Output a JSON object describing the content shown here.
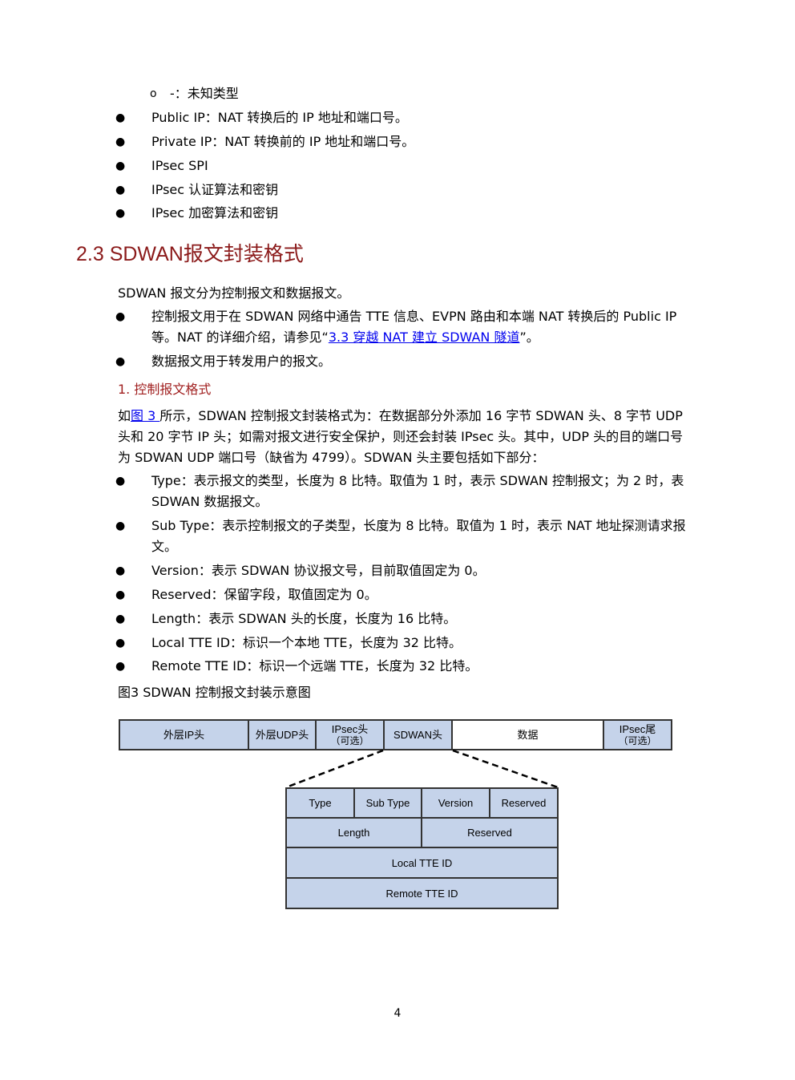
{
  "top_list": {
    "sub_item": "-：未知类型",
    "sub_marker": "o",
    "items": [
      "Public IP：NAT 转换后的 IP 地址和端口号。",
      "Private IP：NAT 转换前的 IP 地址和端口号。",
      "IPsec SPI",
      "IPsec 认证算法和密钥",
      "IPsec 加密算法和密钥"
    ]
  },
  "section": {
    "heading": "2.3  SDWAN报文封装格式",
    "intro": "SDWAN 报文分为控制报文和数据报文。",
    "item1_line1": "控制报文用于在 SDWAN 网络中通告 TTE 信息、EVPN 路由和本端 NAT 转换后的 Public IP",
    "item1_line2_pre": "等。NAT 的详细介绍，请参见“",
    "item1_link": "3.3  穿越 NAT 建立 SDWAN 隧道",
    "item1_line2_post": "”。",
    "item2": "数据报文用于转发用户的报文。"
  },
  "subsection": {
    "heading": "1. 控制报文格式",
    "para_line1_pre": "如",
    "para_link": "图 3 ",
    "para_line1_post": "所示，SDWAN 控制报文封装格式为：在数据部分外添加 16 字节 SDWAN 头、8 字节 UDP",
    "para_line2": "头和 20 字节 IP 头；如需对报文进行安全保护，则还会封装 IPsec 头。其中，UDP 头的目的端口号",
    "para_line3": "为 SDWAN UDP 端口号（缺省为 4799）。SDWAN 头主要包括如下部分：",
    "fields": [
      {
        "line1": "Type：表示报文的类型，长度为 8 比特。取值为 1 时，表示 SDWAN 控制报文；为 2 时，表",
        "line2": "SDWAN 数据报文。"
      },
      {
        "line1": "Sub Type：表示控制报文的子类型，长度为 8 比特。取值为 1 时，表示 NAT 地址探测请求报",
        "line2": "文。"
      },
      {
        "line1": "Version：表示 SDWAN 协议报文号，目前取值固定为 0。",
        "line2": ""
      },
      {
        "line1": "Reserved：保留字段，取值固定为 0。",
        "line2": ""
      },
      {
        "line1": "Length：表示 SDWAN 头的长度，长度为 16 比特。",
        "line2": ""
      },
      {
        "line1": "Local TTE ID：标识一个本地 TTE，长度为 32 比特。",
        "line2": ""
      },
      {
        "line1": "Remote TTE ID：标识一个远端 TTE，长度为 32 比特。",
        "line2": ""
      }
    ]
  },
  "figure": {
    "caption": "图3  SDWAN 控制报文封装示意图",
    "outer": {
      "ip": "外层IP头",
      "udp": "外层UDP头",
      "ipsec_head": "IPsec头",
      "ipsec_head_note": "（可选）",
      "sdwan": "SDWAN头",
      "data": "数据",
      "ipsec_tail": "IPsec尾",
      "ipsec_tail_note": "（可选）"
    },
    "header": {
      "type": "Type",
      "sub_type": "Sub Type",
      "version": "Version",
      "reserved1": "Reserved",
      "length": "Length",
      "reserved2": "Reserved",
      "local_tte": "Local TTE ID",
      "remote_tte": "Remote TTE ID"
    },
    "colors": {
      "fill": "#c5d3ea",
      "border": "#333333"
    }
  },
  "page_number": "4"
}
